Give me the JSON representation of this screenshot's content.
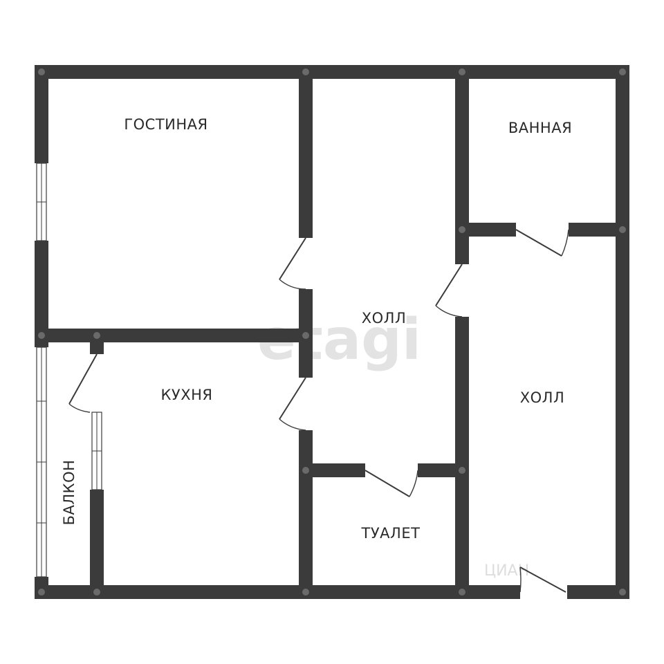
{
  "rooms": {
    "living": "ГОСТИНАЯ",
    "bathroom": "ВАННАЯ",
    "hall_center": "ХОЛЛ",
    "hall_right": "ХОЛЛ",
    "kitchen": "КУХНЯ",
    "balcony": "БАЛКОН",
    "toilet": "ТУАЛЕТ"
  },
  "watermark": {
    "brand": "etagi",
    "corner": "ЦИАН"
  },
  "colors": {
    "wall": "#3b3b3b",
    "background": "#ffffff",
    "watermark": "#d9d9d9"
  }
}
